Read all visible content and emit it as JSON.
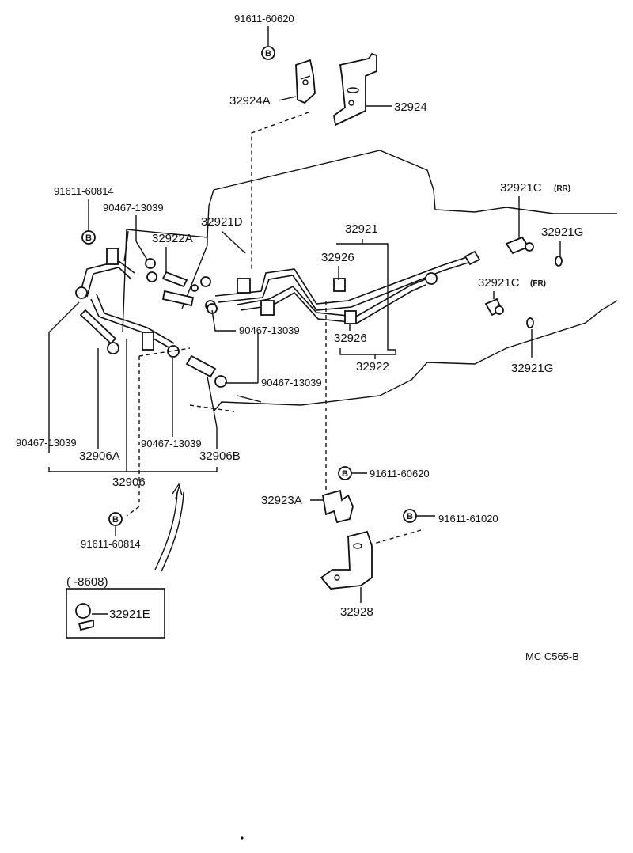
{
  "parts": {
    "bolt_top": "91611-60620",
    "bracket_32924a": "32924A",
    "bracket_32924": "32924",
    "bolt_left": "91611-60814",
    "clamp_upper": "90467-13039",
    "tube_32921d": "32921D",
    "clamp_32922a": "32922A",
    "tube_32921": "32921",
    "clip_32926_upper": "32926",
    "tube_32921c_rr": "32921C",
    "rr_tag": "(RR)",
    "ring_32921g_upper": "32921G",
    "tube_32921c_fr": "32921C",
    "fr_tag": "(FR)",
    "clamp_mid": "90467-13039",
    "clip_32926_lower": "32926",
    "tube_32922": "32922",
    "ring_32921g_lower": "32921G",
    "clamp_lower": "90467-13039",
    "clamp_left": "90467-13039",
    "hose_32906a": "32906A",
    "clamp_center": "90467-13039",
    "hose_32906b": "32906B",
    "hose_32906": "32906",
    "bolt_mid": "91611-60620",
    "bracket_32923a": "32923A",
    "bolt_right": "91611-61020",
    "bolt_bottom": "91611-60814",
    "bracket_32928": "32928",
    "inset_range": "(      -8608)",
    "inset_part": "32921E",
    "bolt_symbol": "B",
    "figure_code": "MC  C565-B"
  }
}
